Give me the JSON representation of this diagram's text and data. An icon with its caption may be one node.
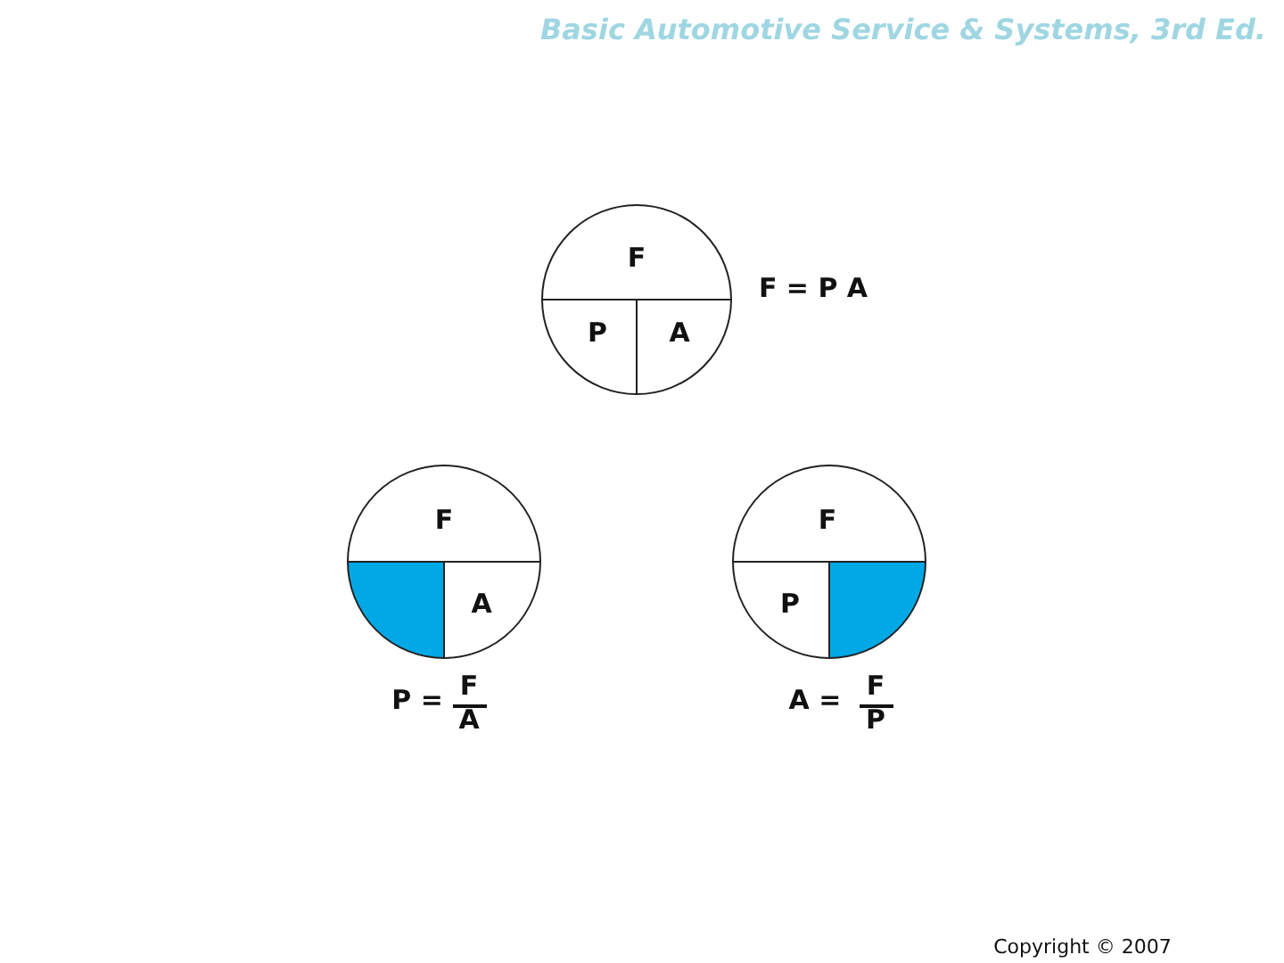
{
  "diagram": {
    "title": "Basic Automotive Service & Systems, 3rd Ed.",
    "nodes": [
      {
        "text": [
          "F",
          "P",
          "A"
        ]
      },
      {
        "text": [
          "F",
          "A"
        ]
      },
      {
        "text": [
          "F",
          "P"
        ]
      }
    ],
    "labels": [
      "F = P A",
      "P =",
      "F",
      "A",
      "A =",
      "F",
      "P",
      "Copyright © 2007"
    ]
  }
}
